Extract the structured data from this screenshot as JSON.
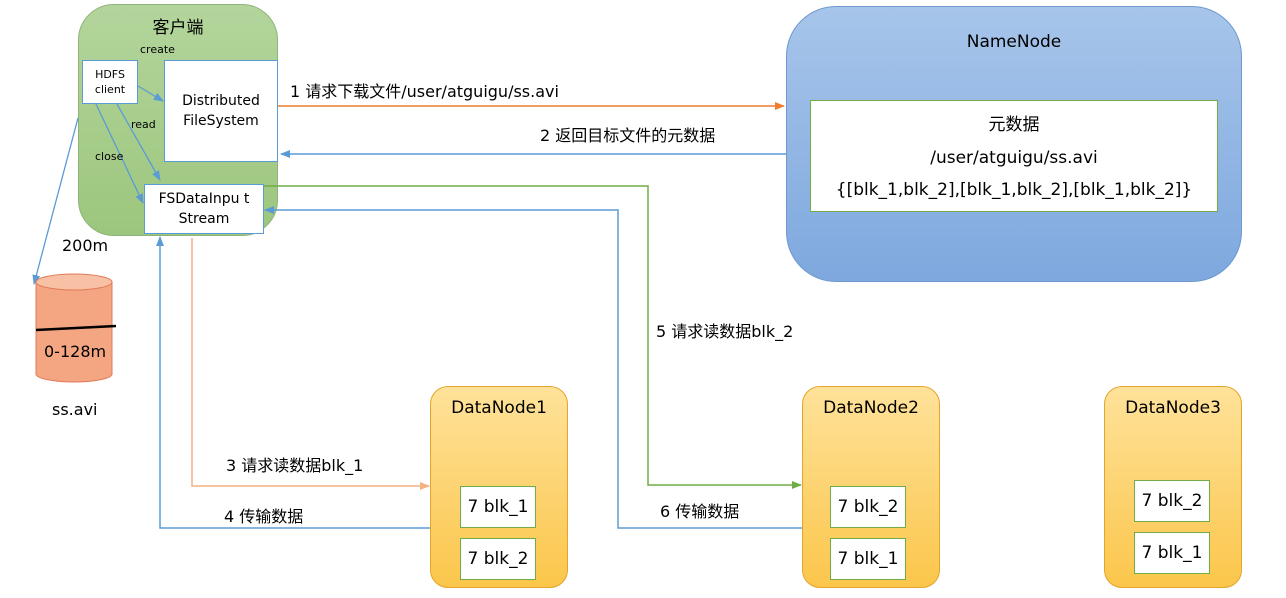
{
  "client": {
    "title": "客户端",
    "hdfs_client": "HDFS client",
    "dfs": "Distributed FileSystem",
    "fsdis": "FSDataInpu tStream",
    "create": "create",
    "read": "read",
    "close": "close"
  },
  "namenode": {
    "title": "NameNode",
    "metadata_title": "元数据",
    "path": "/user/atguigu/ss.avi",
    "blocks": "{[blk_1,blk_2],[blk_1,blk_2],[blk_1,blk_2]}"
  },
  "file": {
    "size": "200m",
    "range": "0-128m",
    "name": "ss.avi"
  },
  "datanodes": [
    {
      "title": "DataNode1",
      "blocks": [
        "7 blk_1",
        "7 blk_2"
      ]
    },
    {
      "title": "DataNode2",
      "blocks": [
        "7 blk_2",
        "7 blk_1"
      ]
    },
    {
      "title": "DataNode3",
      "blocks": [
        "7 blk_2",
        "7 blk_1"
      ]
    }
  ],
  "steps": {
    "s1": "1 请求下载文件/user/atguigu/ss.avi",
    "s2": "2 返回目标文件的元数据",
    "s3": "3 请求读数据blk_1",
    "s4": "4 传输数据",
    "s5": "5 请求读数据blk_2",
    "s6": "6 传输数据"
  },
  "colors": {
    "orange_arrow": "#ed7d31",
    "orange_light": "#f4b183",
    "blue_arrow": "#5b9bd5",
    "green_arrow": "#70ad47"
  }
}
